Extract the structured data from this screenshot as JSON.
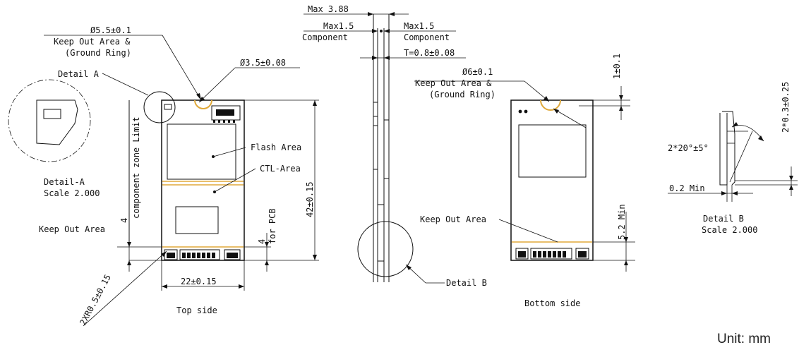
{
  "labels": {
    "d55": "Ø5.5±0.1",
    "keepout_ground_1": "Keep Out Area &",
    "ground_ring_1": "(Ground Ring)",
    "detail_a": "Detail A",
    "d35": "Ø3.5±0.08",
    "detail_a_title": "Detail-A",
    "detail_a_scale": "Scale 2.000",
    "comp_zone_limit": "component zone Limit",
    "flash_area": "Flash Area",
    "ctl_area": "CTL-Area",
    "dim_42": "42±0.15",
    "keep_out_area_1": "Keep Out Area",
    "dim_4_left": "4",
    "dim_4_right": "4",
    "for_pcb": "for PCB",
    "dim_22": "22±0.15",
    "radius_2x": "2XR0.5±0.15",
    "top_side": "Top side",
    "max_388": "Max 3.88",
    "max15_a": "Max1.5",
    "component_a": "Component",
    "max15_b": "Max1.5",
    "component_b": "Component",
    "t08": "T=0.8±0.08",
    "detail_b": "Detail B",
    "d6": "Ø6±0.1",
    "keepout_ground_2": "Keep Out Area &",
    "ground_ring_2": "(Ground Ring)",
    "dim_1": "1±0.1",
    "keep_out_area_2": "Keep Out Area",
    "dim_52": "5.2 Min",
    "bottom_side": "Bottom side",
    "angle": "2*20°±5°",
    "dim_02": "0.2 Min",
    "detail_b_title": "Detail B",
    "detail_b_scale": "Scale 2.000",
    "dim_2": "2*0.3±0.25",
    "unit": "Unit: mm"
  },
  "colors": {
    "ground_ring": "#e0a93a",
    "line": "#111111"
  }
}
